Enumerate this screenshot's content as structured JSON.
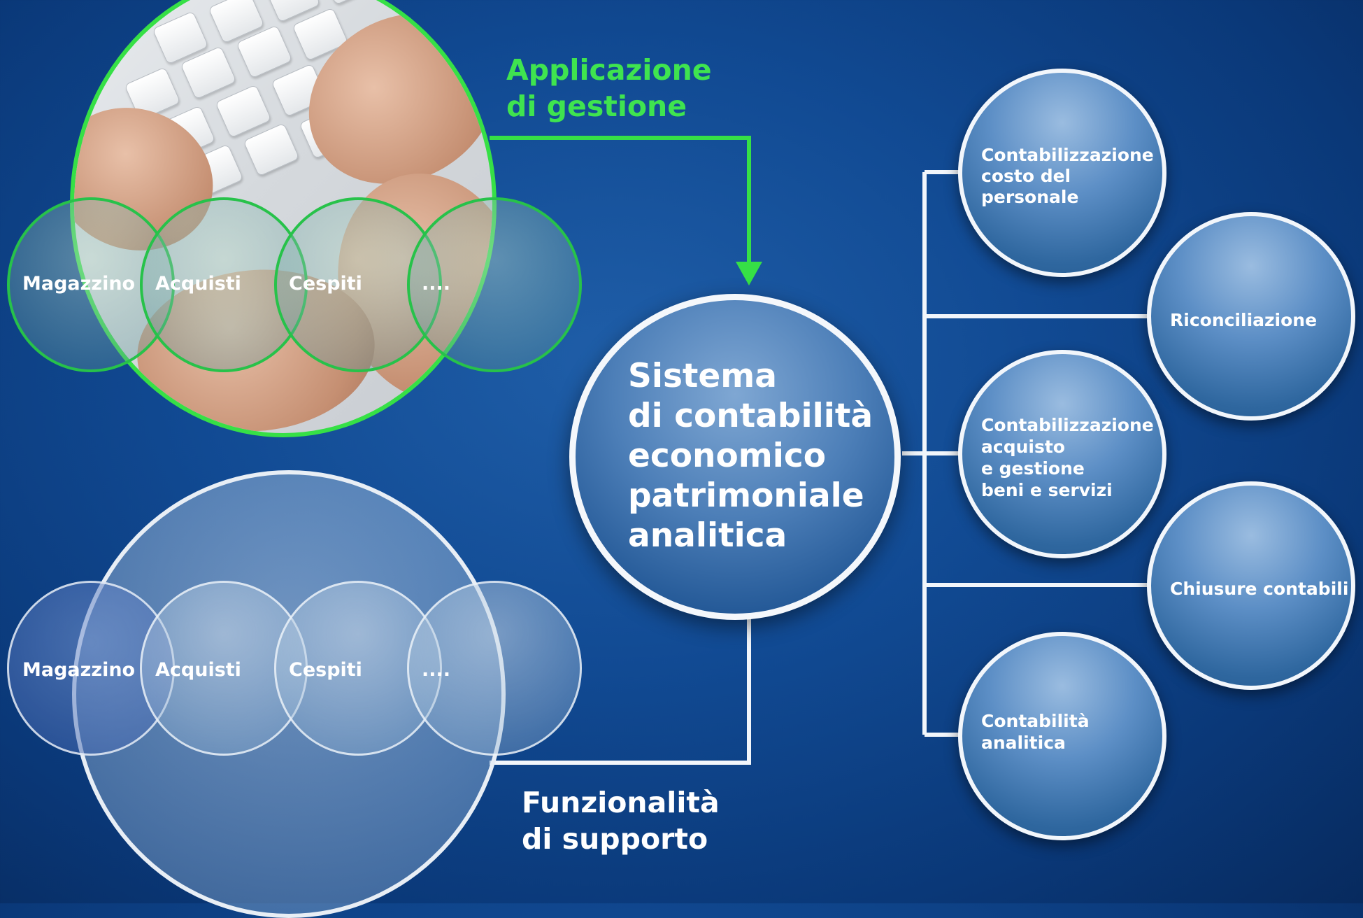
{
  "diagram": {
    "top_label_line1": "Applicazione",
    "top_label_line2": "di gestione",
    "bottom_label_line1": "Funzionalità",
    "bottom_label_line2": "di supporto",
    "center_line1": "Sistema",
    "center_line2": "di contabilità",
    "center_line3": "economico",
    "center_line4": "patrimoniale",
    "center_line5": "analitica",
    "top_modules": [
      "Magazzino",
      "Acquisti",
      "Cespiti",
      "...."
    ],
    "bottom_modules": [
      "Magazzino",
      "Acquisti",
      "Cespiti",
      "...."
    ],
    "outputs": [
      {
        "lines": [
          "Contabilizzazione",
          "costo del",
          "personale"
        ]
      },
      {
        "lines": [
          "Riconciliazione"
        ]
      },
      {
        "lines": [
          "Contabilizzazione",
          "acquisto",
          "e gestione",
          "beni e servizi"
        ]
      },
      {
        "lines": [
          "Chiusure contabili"
        ]
      },
      {
        "lines": [
          "Contabilità",
          "analitica"
        ]
      }
    ],
    "colors": {
      "accent_green": "#36e046",
      "label_green": "#3fe44f",
      "connector_white": "#f2f6fb"
    }
  }
}
